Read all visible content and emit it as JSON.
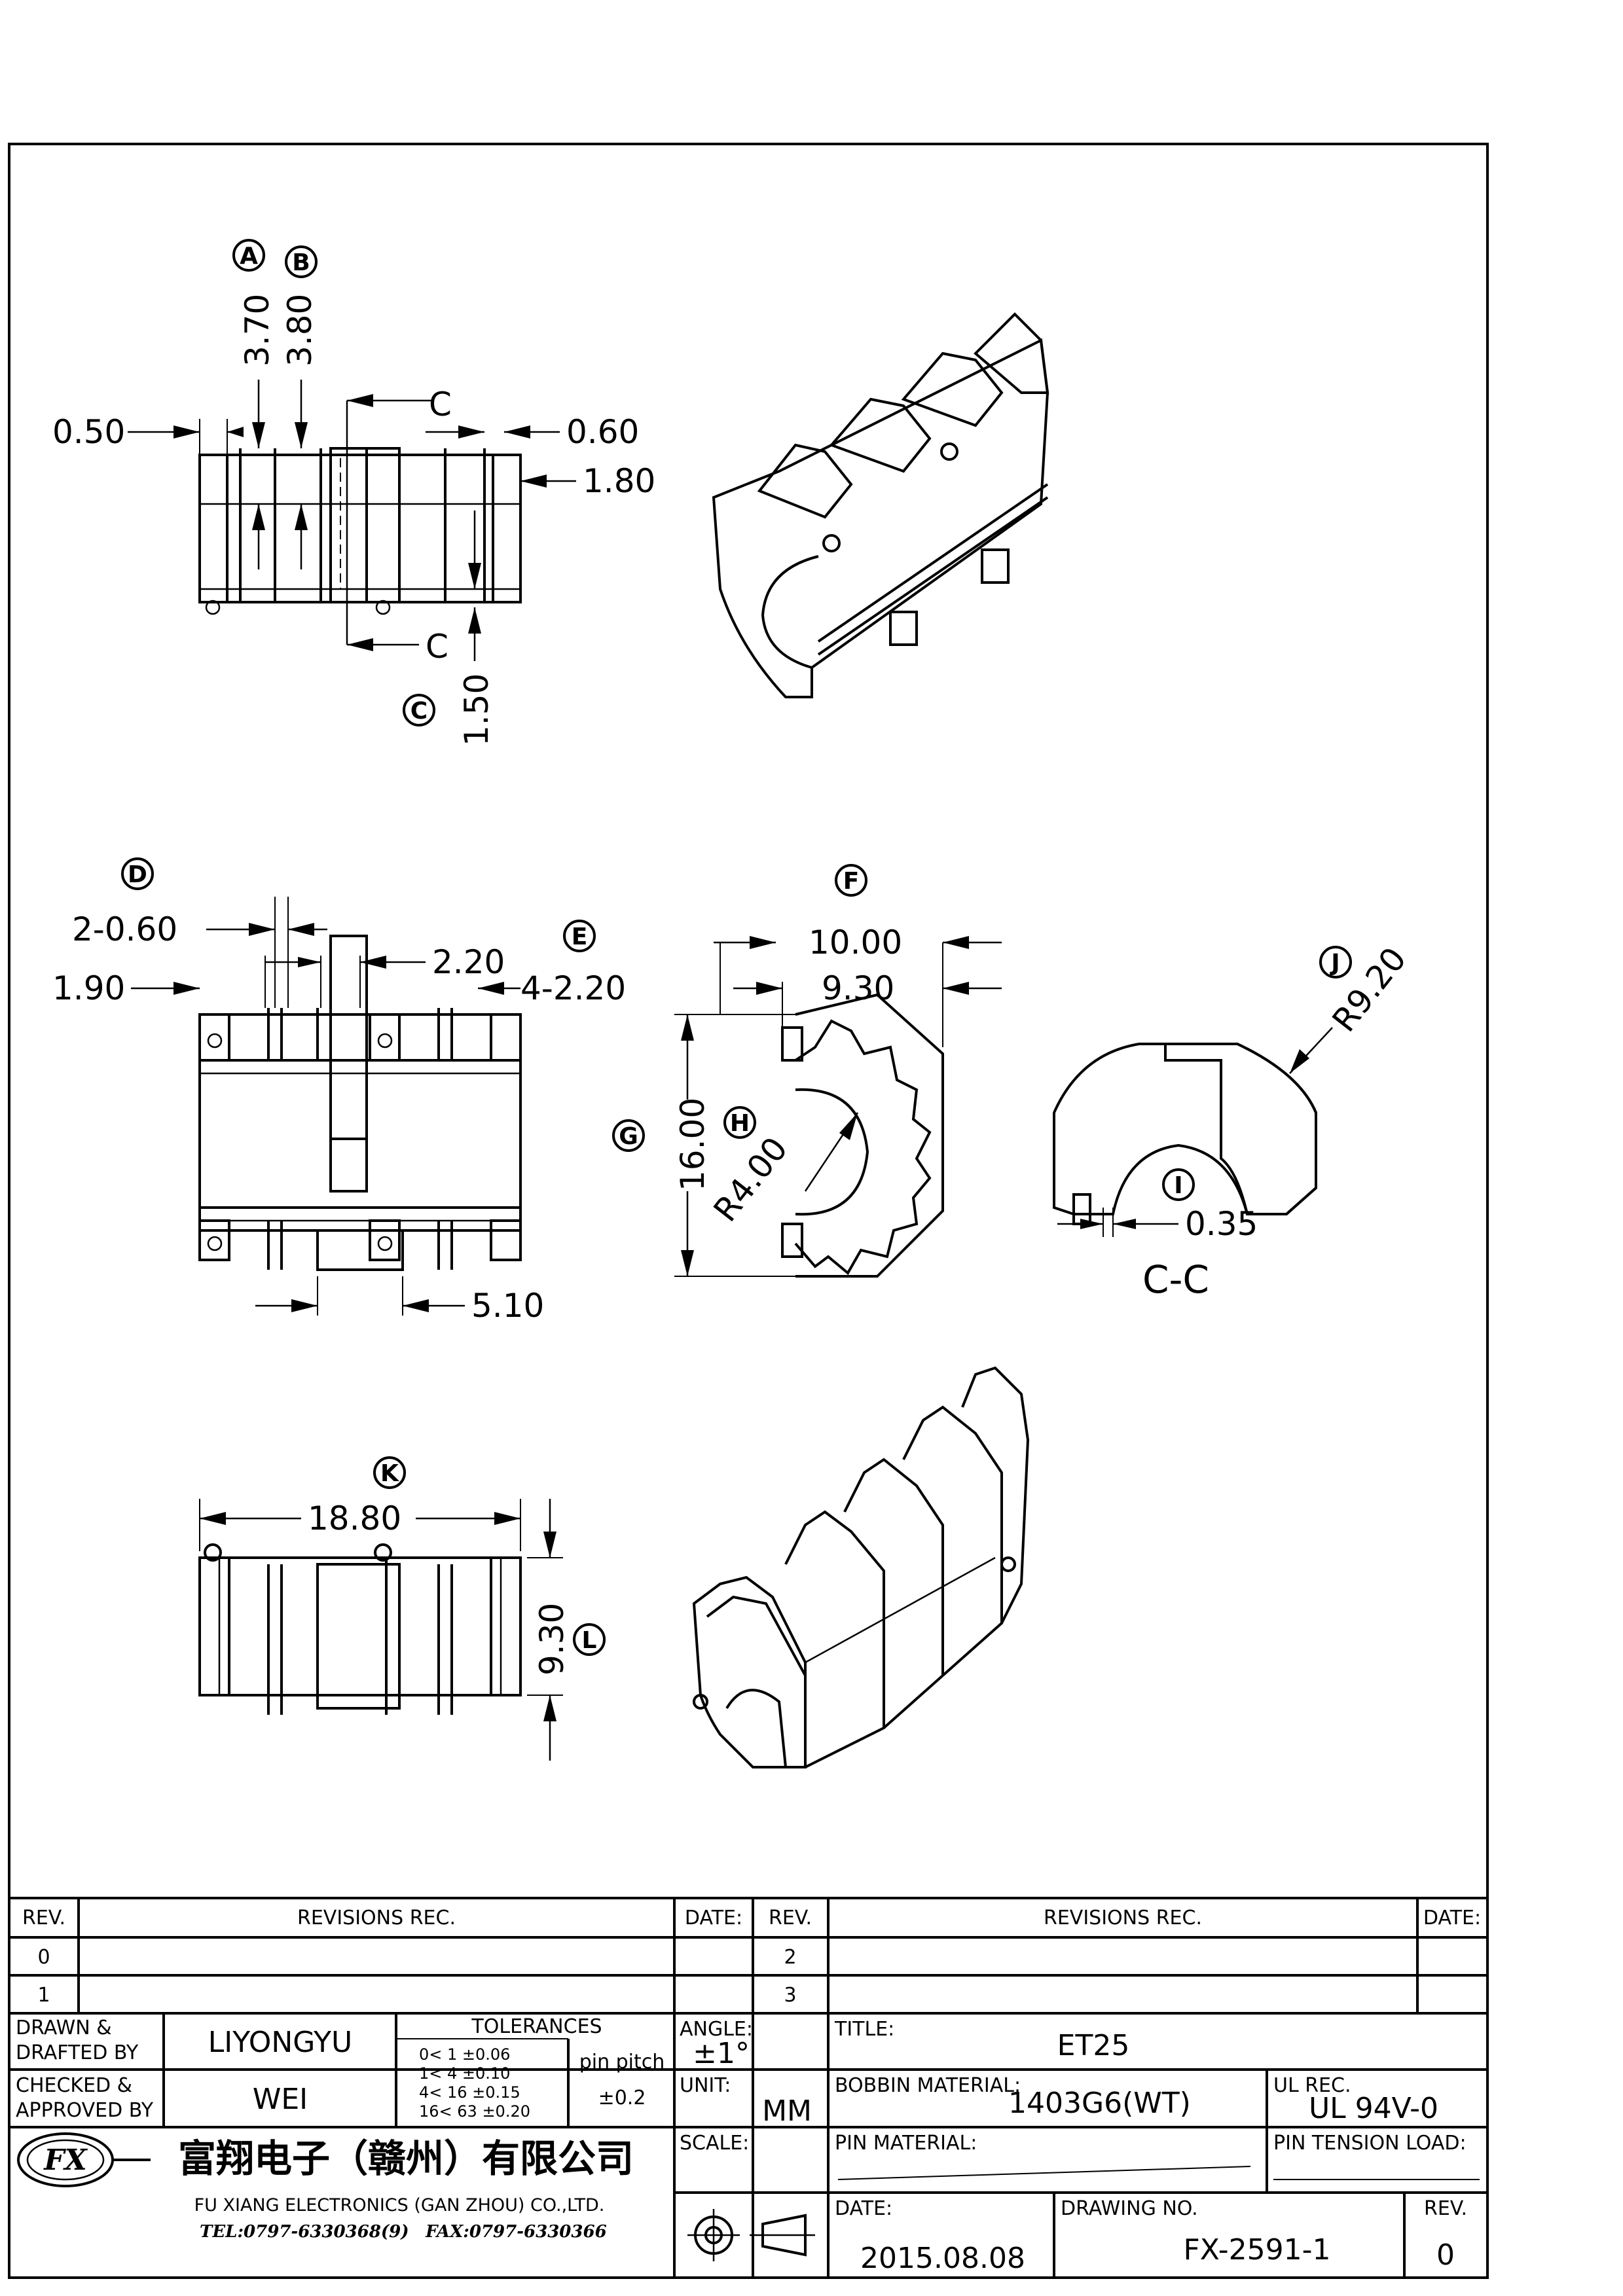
{
  "views": {
    "top": {
      "labels": {
        "a": "A",
        "b": "B",
        "c": "C"
      },
      "dims": {
        "d_3_70": "3.70",
        "d_3_80": "3.80",
        "d_0_50": "0.50",
        "d_0_60": "0.60",
        "d_1_80": "1.80",
        "d_1_50": "1.50"
      },
      "section_marks": {
        "upper": "C",
        "lower": "C"
      }
    },
    "front": {
      "labels": {
        "d": "D",
        "e": "E"
      },
      "dims": {
        "d_2x0_60": "2-0.60",
        "d_2_20": "2.20",
        "d_1_90": "1.90",
        "d_4x2_20": "4-2.20",
        "d_5_10": "5.10"
      }
    },
    "side": {
      "labels": {
        "f": "F",
        "g": "G",
        "h": "H"
      },
      "dims": {
        "d_10_00": "10.00",
        "d_9_30": "9.30",
        "d_16_00": "16.00",
        "d_r4_00": "R4.00"
      }
    },
    "section": {
      "labels": {
        "i": "I",
        "j": "J"
      },
      "dims": {
        "d_r9_20": "R9.20",
        "d_0_35": "0.35"
      },
      "title": "C-C"
    },
    "bottom": {
      "labels": {
        "k": "K",
        "l": "L"
      },
      "dims": {
        "d_18_80": "18.80",
        "d_9_30": "9.30"
      }
    }
  },
  "revisions": {
    "header": {
      "rev": "REV.",
      "rec": "REVISIONS   REC.",
      "date": "DATE:"
    },
    "left_revs": [
      "0",
      "1"
    ],
    "right_revs": [
      "2",
      "3"
    ]
  },
  "title_block": {
    "drawn_label_1": "DRAWN  &",
    "drawn_label_2": "DRAFTED  BY",
    "drawn_value": "LIYONGYU",
    "checked_label_1": "CHECKED  &",
    "checked_label_2": "APPROVED  BY",
    "checked_value": "WEI",
    "tolerances_label": "TOLERANCES",
    "tolerance_rows": [
      "0<   1    ±0.06",
      "1<   4    ±0.10",
      "4<   16  ±0.15",
      "16<  63  ±0.20"
    ],
    "pin_pitch_label": "pin  pitch",
    "pin_pitch_value": "±0.2",
    "angle_label": "ANGLE:",
    "angle_value": "±1°",
    "unit_label": "UNIT:",
    "unit_value": "MM",
    "scale_label": "SCALE:",
    "title_label": "TITLE:",
    "title_value": "ET25",
    "bobbin_label": "BOBBIN  MATERIAL:",
    "bobbin_value": "1403G6(WT)",
    "ul_label": "UL  REC.",
    "ul_value": "UL  94V-0",
    "pin_material_label": "PIN  MATERIAL:",
    "pin_tension_label": "PIN  TENSION  LOAD:",
    "date_label": "DATE:",
    "date_value": "2015.08.08",
    "drawing_no_label": "DRAWING  NO.",
    "drawing_no_value": "FX-2591-1",
    "rev_label": "REV.",
    "rev_value": "0",
    "company_cn": "富翔电子（赣州）有限公司",
    "company_en": "FU  XIANG  ELECTRONICS  (GAN  ZHOU)  CO.,LTD.",
    "tel": "TEL:0797-6330368(9)",
    "fax": "FAX:0797-6330366",
    "logo_text": "FX"
  }
}
